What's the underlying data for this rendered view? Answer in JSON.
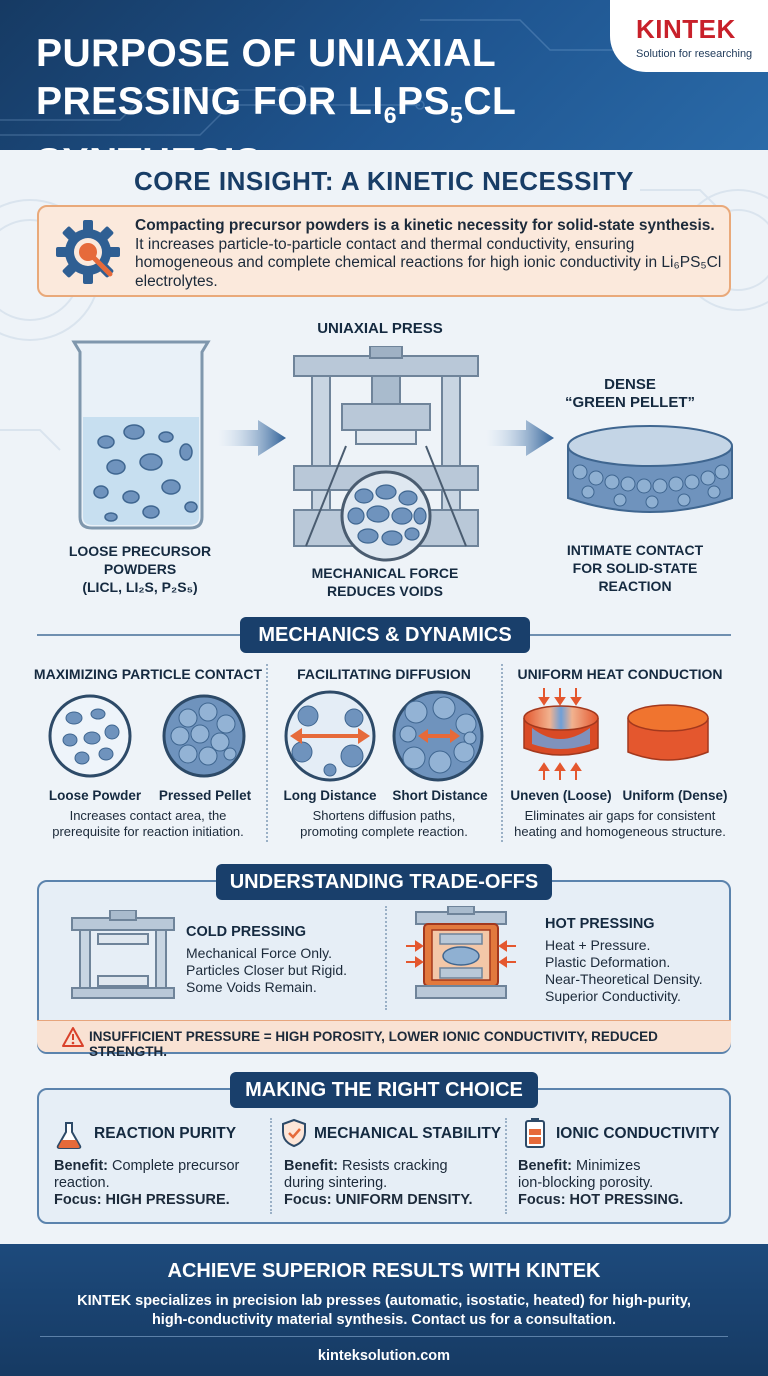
{
  "header": {
    "title_line1": "PURPOSE OF UNIAXIAL",
    "title_line2_pre": "PRESSING FOR Li",
    "title_sub1": "6",
    "title_mid": "PS",
    "title_sub2": "5",
    "title_post": "Cl SYNTHESIS",
    "logo_name": "KINTEK",
    "logo_tagline": "Solution for researching"
  },
  "core": {
    "heading": "CORE INSIGHT: A KINETIC NECESSITY",
    "bold_text": "Compacting precursor powders is a kinetic necessity for solid-state synthesis.",
    "text": "It increases particle-to-particle contact and thermal conductivity, ensuring homogeneous and complete chemical reactions for high ionic conductivity in Li₆PS₅Cl electrolytes.",
    "icon": "gear-icon"
  },
  "process": {
    "press_label": "UNIAXIAL PRESS",
    "pellet_label_1": "DENSE",
    "pellet_label_2": "“GREEN PELLET”",
    "powder_caption_1": "LOOSE PRECURSOR",
    "powder_caption_2": "POWDERS",
    "powder_caption_3": "(LiCl, Li₂S, P₂S₅)",
    "press_caption_1": "MECHANICAL FORCE",
    "press_caption_2": "REDUCES VOIDS",
    "pellet_caption_1": "INTIMATE CONTACT",
    "pellet_caption_2": "FOR SOLID-STATE",
    "pellet_caption_3": "REACTION"
  },
  "mechanics": {
    "heading": "MECHANICS & DYNAMICS",
    "columns": [
      {
        "title": "MAXIMIZING PARTICLE CONTACT",
        "left_caption": "Loose Powder",
        "right_caption": "Pressed Pellet",
        "desc_1": "Increases contact area, the",
        "desc_2": "prerequisite for reaction initiation."
      },
      {
        "title": "FACILITATING DIFFUSION",
        "left_caption": "Long Distance",
        "right_caption": "Short Distance",
        "desc_1": "Shortens diffusion paths,",
        "desc_2": "promoting complete reaction."
      },
      {
        "title": "UNIFORM HEAT CONDUCTION",
        "left_caption": "Uneven (Loose)",
        "right_caption": "Uniform (Dense)",
        "desc_1": "Eliminates air gaps for consistent",
        "desc_2": "heating and homogeneous structure."
      }
    ]
  },
  "tradeoffs": {
    "heading": "UNDERSTANDING TRADE-OFFS",
    "cold_title": "COLD PRESSING",
    "cold_lines": [
      "Mechanical Force Only.",
      "Particles Closer but Rigid.",
      "Some Voids Remain."
    ],
    "hot_title": "HOT PRESSING",
    "hot_lines": [
      "Heat + Pressure.",
      "Plastic Deformation.",
      "Near-Theoretical Density.",
      "Superior Conductivity."
    ],
    "warning": "INSUFFICIENT PRESSURE = HIGH POROSITY, LOWER IONIC CONDUCTIVITY, REDUCED STRENGTH."
  },
  "choice": {
    "heading": "MAKING THE RIGHT CHOICE",
    "items": [
      {
        "title": "REACTION PURITY",
        "benefit_label": "Benefit:",
        "benefit_1": " Complete precursor",
        "benefit_2": "reaction.",
        "focus_label": "Focus:",
        "focus": " HIGH PRESSURE."
      },
      {
        "title": "MECHANICAL STABILITY",
        "benefit_label": "Benefit:",
        "benefit_1": " Resists cracking",
        "benefit_2": "during sintering.",
        "focus_label": "Focus:",
        "focus": " UNIFORM DENSITY."
      },
      {
        "title": "IONIC CONDUCTIVITY",
        "benefit_label": "Benefit:",
        "benefit_1": " Minimizes",
        "benefit_2": "ion-blocking porosity.",
        "focus_label": "Focus:",
        "focus": " HOT PRESSING."
      }
    ]
  },
  "footer": {
    "heading": "ACHIEVE SUPERIOR RESULTS WITH KINTEK",
    "text": "KINTEK specializes in precision lab presses (automatic, isostatic, heated) for high-purity, high-conductivity material synthesis. Contact us for a consultation.",
    "url": "kinteksolution.com"
  },
  "colors": {
    "navy": "#193f6b",
    "accent_orange": "#e66a3a",
    "logo_red": "#c8202a",
    "particle_blue": "#6f93bd"
  }
}
